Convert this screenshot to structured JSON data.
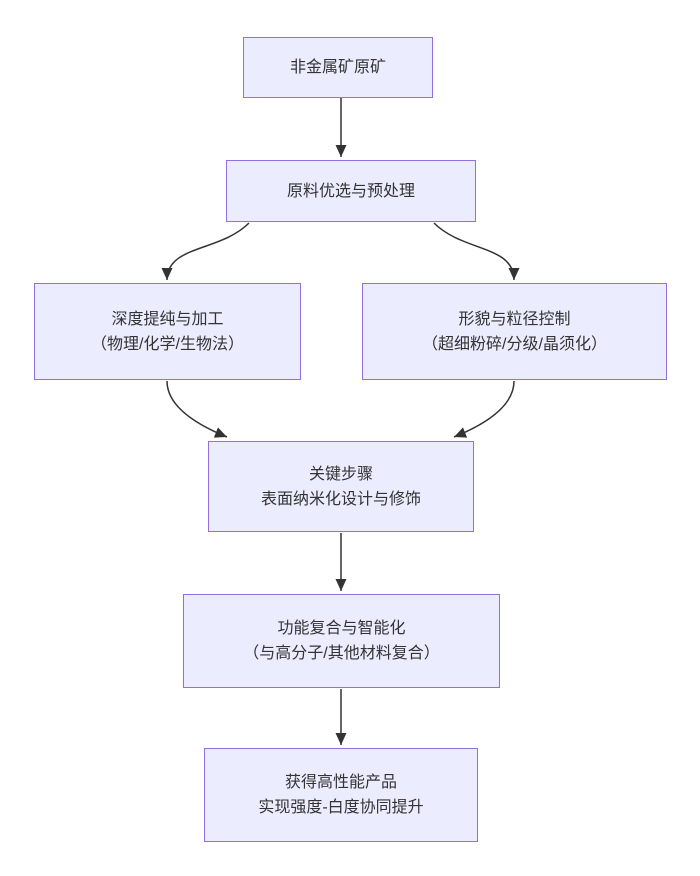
{
  "diagram": {
    "type": "flowchart",
    "direction": "top-down",
    "colors": {
      "node_fill": "#ECECFF",
      "node_border": "#9370DB",
      "text": "#333333",
      "arrow": "#333333",
      "background": "#FFFFFF"
    },
    "nodes": [
      {
        "id": "raw-ore",
        "lines": [
          "非金属矿原矿"
        ]
      },
      {
        "id": "pretreatment",
        "lines": [
          "原料优选与预处理"
        ]
      },
      {
        "id": "purification",
        "lines": [
          "深度提纯与加工",
          "（物理/化学/生物法）"
        ]
      },
      {
        "id": "morphology-control",
        "lines": [
          "形貌与粒径控制",
          "（超细粉碎/分级/晶须化）"
        ]
      },
      {
        "id": "key-step",
        "lines": [
          "关键步骤",
          "表面纳米化设计与修饰"
        ]
      },
      {
        "id": "functionalization",
        "lines": [
          "功能复合与智能化",
          "（与高分子/其他材料复合）"
        ]
      },
      {
        "id": "final-product",
        "lines": [
          "获得高性能产品",
          "实现强度-白度协同提升"
        ]
      }
    ],
    "edges": [
      {
        "from": "raw-ore",
        "to": "pretreatment"
      },
      {
        "from": "pretreatment",
        "to": "purification"
      },
      {
        "from": "pretreatment",
        "to": "morphology-control"
      },
      {
        "from": "purification",
        "to": "key-step"
      },
      {
        "from": "morphology-control",
        "to": "key-step"
      },
      {
        "from": "key-step",
        "to": "functionalization"
      },
      {
        "from": "functionalization",
        "to": "final-product"
      }
    ]
  }
}
